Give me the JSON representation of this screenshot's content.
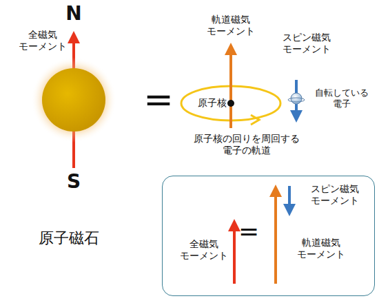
{
  "diagram": {
    "nodes": [
      {
        "text": [
          "全磁気 モーメント",
          "=",
          "軌道磁気 モーメント",
          "スピン磁気 モーメント"
        ]
      }
    ],
    "labels": [
      "N",
      "全磁気 モーメント",
      "S",
      "=",
      "軌道磁気 モーメント",
      "スピン磁気 モーメント",
      "原子核",
      "自転している 電子",
      "原子核の回りを周回する 電子の軌道",
      "原子磁石"
    ]
  }
}
